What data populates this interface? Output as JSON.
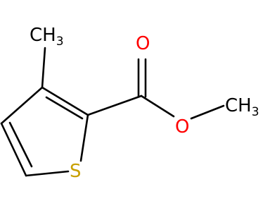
{
  "molecule": {
    "labels": {
      "methyl_top": {
        "main": "CH",
        "sub": "3"
      },
      "carbonyl_o": {
        "main": "O"
      },
      "ester_o": {
        "main": "O"
      },
      "methyl_right": {
        "main": "CH",
        "sub": "3"
      },
      "sulfur": {
        "main": "S"
      }
    },
    "colors": {
      "bond": "#000000",
      "carbon_label": "#000000",
      "oxygen": "#ff0000",
      "sulfur": "#c8a000"
    }
  }
}
